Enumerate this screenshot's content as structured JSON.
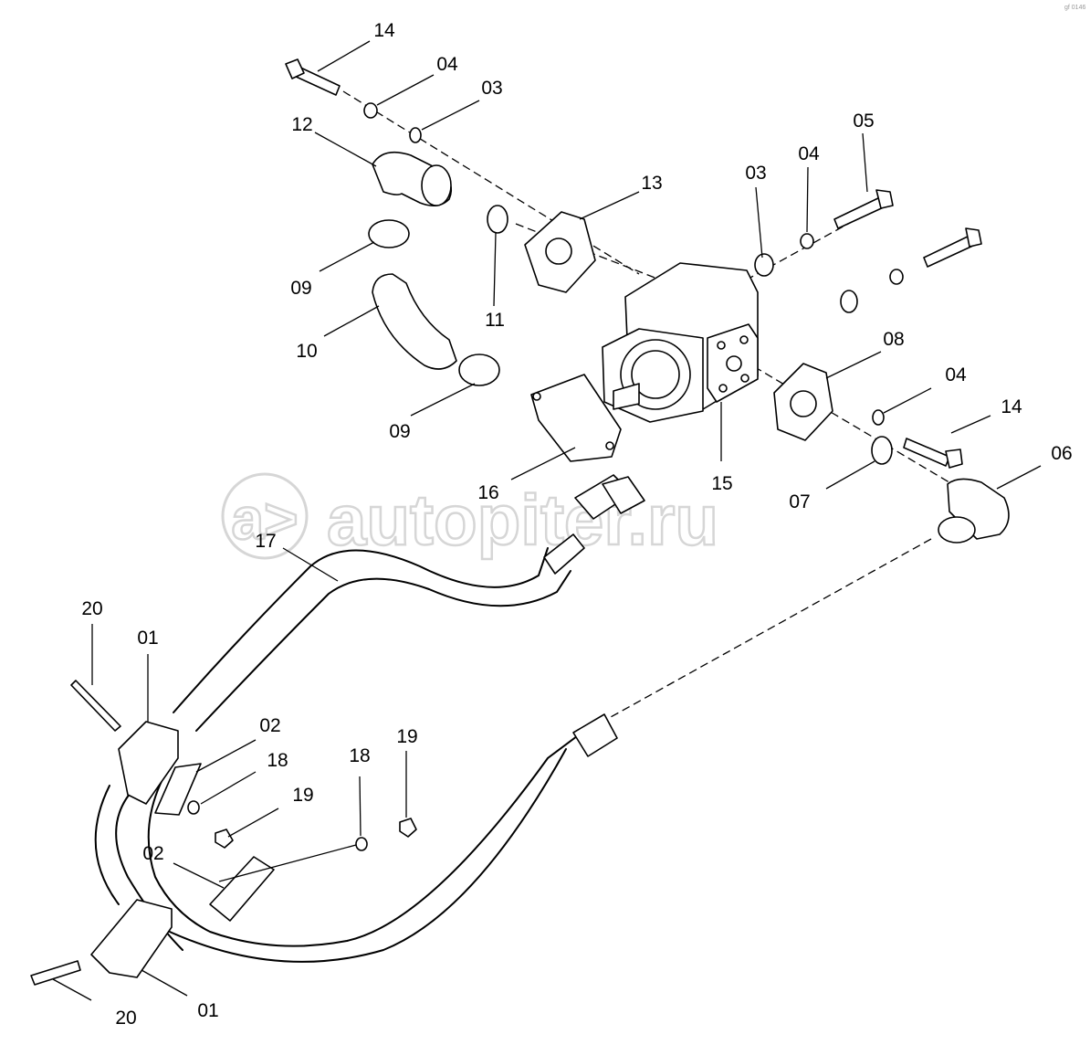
{
  "watermark": {
    "text": "autopiter.ru",
    "icon": "a>"
  },
  "corner_mark": "gf 0146",
  "callouts": [
    {
      "id": "c14a",
      "text": "14"
    },
    {
      "id": "c04a",
      "text": "04"
    },
    {
      "id": "c03a",
      "text": "03"
    },
    {
      "id": "c12",
      "text": "12"
    },
    {
      "id": "c13",
      "text": "13"
    },
    {
      "id": "c03b",
      "text": "03"
    },
    {
      "id": "c04b",
      "text": "04"
    },
    {
      "id": "c05",
      "text": "05"
    },
    {
      "id": "c09a",
      "text": "09"
    },
    {
      "id": "c11",
      "text": "11"
    },
    {
      "id": "c10",
      "text": "10"
    },
    {
      "id": "c09b",
      "text": "09"
    },
    {
      "id": "c08",
      "text": "08"
    },
    {
      "id": "c04c",
      "text": "04"
    },
    {
      "id": "c14b",
      "text": "14"
    },
    {
      "id": "c06",
      "text": "06"
    },
    {
      "id": "c16",
      "text": "16"
    },
    {
      "id": "c15",
      "text": "15"
    },
    {
      "id": "c07",
      "text": "07"
    },
    {
      "id": "c17",
      "text": "17"
    },
    {
      "id": "c20a",
      "text": "20"
    },
    {
      "id": "c01a",
      "text": "01"
    },
    {
      "id": "c02a",
      "text": "02"
    },
    {
      "id": "c18a",
      "text": "18"
    },
    {
      "id": "c19a",
      "text": "19"
    },
    {
      "id": "c18b",
      "text": "18"
    },
    {
      "id": "c19b",
      "text": "19"
    },
    {
      "id": "c02b",
      "text": "02"
    },
    {
      "id": "c20b",
      "text": "20"
    },
    {
      "id": "c01b",
      "text": "01"
    }
  ]
}
